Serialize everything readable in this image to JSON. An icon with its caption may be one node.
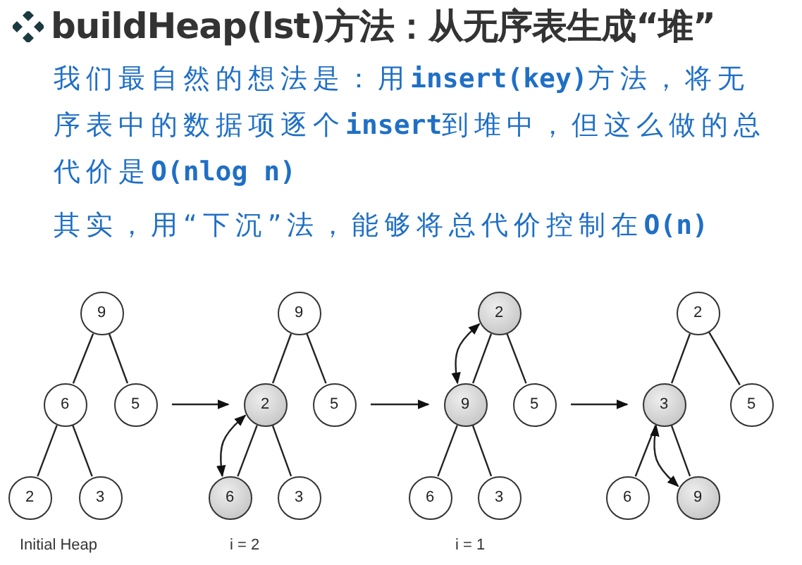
{
  "diagram": {
    "title": "buildHeap(lst)方法：从无序表生成“堆”",
    "nodes": [
      {
        "text": [
          "9"
        ]
      },
      {
        "text": [
          "6"
        ]
      },
      {
        "text": [
          "5"
        ]
      },
      {
        "text": [
          "2"
        ]
      },
      {
        "text": [
          "3"
        ]
      },
      {
        "text": [
          "9"
        ]
      },
      {
        "text": [
          "2"
        ]
      },
      {
        "text": [
          "5"
        ]
      },
      {
        "text": [
          "6"
        ]
      },
      {
        "text": [
          "3"
        ]
      },
      {
        "text": [
          "2"
        ]
      },
      {
        "text": [
          "9"
        ]
      },
      {
        "text": [
          "5"
        ]
      },
      {
        "text": [
          "6"
        ]
      },
      {
        "text": [
          "3"
        ]
      },
      {
        "text": [
          "2"
        ]
      },
      {
        "text": [
          "3"
        ]
      },
      {
        "text": [
          "5"
        ]
      },
      {
        "text": [
          "6"
        ]
      },
      {
        "text": [
          "9"
        ]
      }
    ],
    "edges": [
      {
        "from": 0,
        "to": 1,
        "arrow": "none"
      },
      {
        "from": 0,
        "to": 2,
        "arrow": "none"
      },
      {
        "from": 1,
        "to": 3,
        "arrow": "none"
      },
      {
        "from": 1,
        "to": 4,
        "arrow": "none"
      },
      {
        "from": 5,
        "to": 6,
        "arrow": "none"
      },
      {
        "from": 5,
        "to": 7,
        "arrow": "none"
      },
      {
        "from": 6,
        "to": 8,
        "arrow": "none"
      },
      {
        "from": 6,
        "to": 9,
        "arrow": "none"
      },
      {
        "from": 10,
        "to": 11,
        "arrow": "none"
      },
      {
        "from": 10,
        "to": 12,
        "arrow": "none"
      },
      {
        "from": 11,
        "to": 13,
        "arrow": "none"
      },
      {
        "from": 11,
        "to": 14,
        "arrow": "none"
      },
      {
        "from": 15,
        "to": 16,
        "arrow": "none"
      },
      {
        "from": 15,
        "to": 17,
        "arrow": "none"
      },
      {
        "from": 16,
        "to": 18,
        "arrow": "none"
      },
      {
        "from": 16,
        "to": 19,
        "arrow": "none"
      },
      {
        "from": 2,
        "to": 6,
        "arrow": "to"
      },
      {
        "from": 7,
        "to": 11,
        "arrow": "to"
      },
      {
        "from": 12,
        "to": 16,
        "arrow": "to"
      },
      {
        "from": 8,
        "to": 6,
        "arrow": "both"
      },
      {
        "from": 11,
        "to": 10,
        "arrow": "both"
      },
      {
        "from": 16,
        "to": 19,
        "arrow": "both"
      }
    ],
    "labels": [
      "我们最自然的想法是：用**insert(key)**方法，将无序表中的数据项逐个**insert**到堆中，但这么做的总代价是**O(nlog n)**",
      "其实，用“下沉”法，能够将总代价控制在**O(n)**",
      "Initial Heap",
      "i = 2",
      "i = 1"
    ]
  }
}
